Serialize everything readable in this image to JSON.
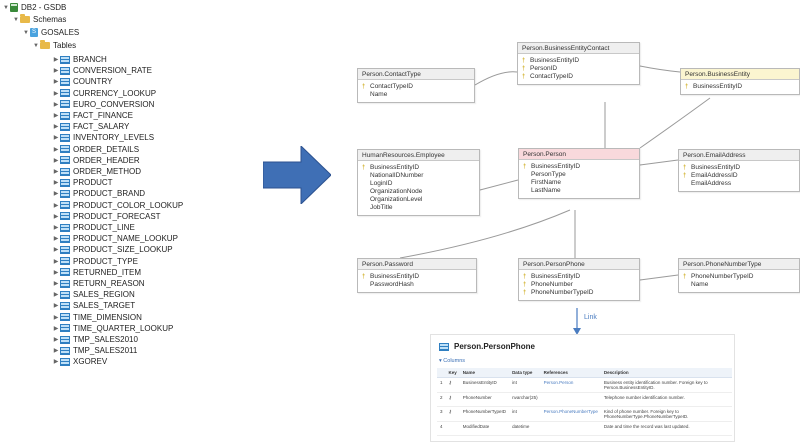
{
  "tree": {
    "database": "DB2 - GSDB",
    "schemas_label": "Schemas",
    "schema": "GOSALES",
    "tables_label": "Tables",
    "tables": [
      "BRANCH",
      "CONVERSION_RATE",
      "COUNTRY",
      "CURRENCY_LOOKUP",
      "EURO_CONVERSION",
      "FACT_FINANCE",
      "FACT_SALARY",
      "INVENTORY_LEVELS",
      "ORDER_DETAILS",
      "ORDER_HEADER",
      "ORDER_METHOD",
      "PRODUCT",
      "PRODUCT_BRAND",
      "PRODUCT_COLOR_LOOKUP",
      "PRODUCT_FORECAST",
      "PRODUCT_LINE",
      "PRODUCT_NAME_LOOKUP",
      "PRODUCT_SIZE_LOOKUP",
      "PRODUCT_TYPE",
      "RETURNED_ITEM",
      "RETURN_REASON",
      "SALES_REGION",
      "SALES_TARGET",
      "TIME_DIMENSION",
      "TIME_QUARTER_LOOKUP",
      "TMP_SALES2010",
      "TMP_SALES2011",
      "XGOREV"
    ]
  },
  "diagram": {
    "entities": [
      {
        "id": "contacttype",
        "title": "Person.ContactType",
        "style": "plain",
        "fields": [
          {
            "key": "pk",
            "name": "ContactTypeID"
          },
          {
            "key": "",
            "name": "Name"
          }
        ]
      },
      {
        "id": "bec",
        "title": "Person.BusinessEntityContact",
        "style": "plain",
        "fields": [
          {
            "key": "pk",
            "name": "BusinessEntityID"
          },
          {
            "key": "pk",
            "name": "PersonID"
          },
          {
            "key": "pk",
            "name": "ContactTypeID"
          }
        ]
      },
      {
        "id": "be",
        "title": "Person.BusinessEntity",
        "style": "yellow",
        "fields": [
          {
            "key": "pk",
            "name": "BusinessEntityID"
          }
        ]
      },
      {
        "id": "emp",
        "title": "HumanResources.Employee",
        "style": "plain",
        "fields": [
          {
            "key": "pk",
            "name": "BusinessEntityID"
          },
          {
            "key": "",
            "name": "NationalIDNumber"
          },
          {
            "key": "",
            "name": "LoginID"
          },
          {
            "key": "",
            "name": "OrganizationNode"
          },
          {
            "key": "",
            "name": "OrganizationLevel"
          },
          {
            "key": "",
            "name": "JobTitle"
          }
        ]
      },
      {
        "id": "person",
        "title": "Person.Person",
        "style": "pink",
        "fields": [
          {
            "key": "pk",
            "name": "BusinessEntityID"
          },
          {
            "key": "",
            "name": "PersonType"
          },
          {
            "key": "",
            "name": "FirstName"
          },
          {
            "key": "",
            "name": "LastName"
          }
        ]
      },
      {
        "id": "email",
        "title": "Person.EmailAddress",
        "style": "plain",
        "fields": [
          {
            "key": "pk",
            "name": "BusinessEntityID"
          },
          {
            "key": "pk",
            "name": "EmailAddressID"
          },
          {
            "key": "",
            "name": "EmailAddress"
          }
        ]
      },
      {
        "id": "password",
        "title": "Person.Password",
        "style": "plain",
        "fields": [
          {
            "key": "pk",
            "name": "BusinessEntityID"
          },
          {
            "key": "",
            "name": "PasswordHash"
          }
        ]
      },
      {
        "id": "phone",
        "title": "Person.PersonPhone",
        "style": "plain",
        "fields": [
          {
            "key": "pk",
            "name": "BusinessEntityID"
          },
          {
            "key": "pk",
            "name": "PhoneNumber"
          },
          {
            "key": "pk",
            "name": "PhoneNumberTypeID"
          }
        ]
      },
      {
        "id": "phonetype",
        "title": "Person.PhoneNumberType",
        "style": "plain",
        "fields": [
          {
            "key": "pk",
            "name": "PhoneNumberTypeID"
          },
          {
            "key": "",
            "name": "Name"
          }
        ]
      }
    ]
  },
  "link_label": "Link",
  "doc": {
    "title": "Person.PersonPhone",
    "section": "Columns",
    "headers": [
      "",
      "Key",
      "Name",
      "Data type",
      "References",
      "Description"
    ],
    "rows": [
      {
        "n": "1",
        "key": "⚷",
        "name": "BusinessEntityID",
        "type": "int",
        "ref": "Person.Person",
        "desc": "Business entity identification number. Foreign key to Person.BusinessEntityID."
      },
      {
        "n": "2",
        "key": "⚷",
        "name": "PhoneNumber",
        "type": "nvarchar(25)",
        "ref": "",
        "desc": "Telephone number identification number."
      },
      {
        "n": "3",
        "key": "⚷",
        "name": "PhoneNumberTypeID",
        "type": "int",
        "ref": "Person.PhoneNumberType",
        "desc": "Kind of phone number. Foreign key to PhoneNumberType.PhoneNumberTypeID."
      },
      {
        "n": "4",
        "key": "",
        "name": "ModifiedDate",
        "type": "datetime",
        "ref": "",
        "desc": "Date and time the record was last updated."
      }
    ]
  },
  "colors": {
    "arrow": "#3f6fb5",
    "pink_header": "#f9d9dc",
    "yellow_header": "#fbf5d0",
    "link": "#4a7cc0"
  }
}
